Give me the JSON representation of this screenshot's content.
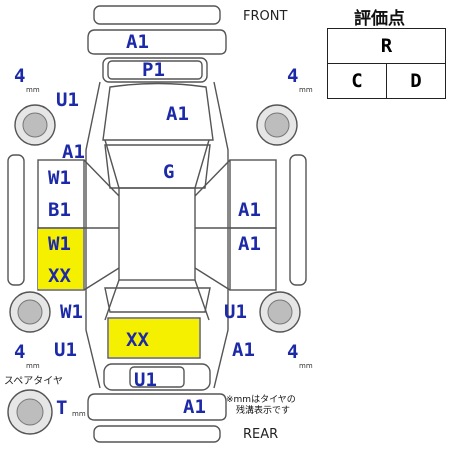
{
  "labels": {
    "front": "FRONT",
    "rear": "REAR",
    "spare_tire": "スペアタイヤ",
    "note": [
      "※mmはタイヤの",
      "残溝表示です"
    ]
  },
  "grade": {
    "title": "評価点",
    "overall": "R",
    "interior": "C",
    "exterior": "D"
  },
  "tires": {
    "front_left": {
      "depth": "4",
      "unit": "mm"
    },
    "front_right": {
      "depth": "4",
      "unit": "mm"
    },
    "rear_left": {
      "depth": "4",
      "unit": "mm"
    },
    "rear_right": {
      "depth": "4",
      "unit": "mm"
    },
    "spare": {
      "depth": "T",
      "unit": "mm"
    }
  },
  "damage": {
    "front_bumper": "A1",
    "front_plate": "P1",
    "hood": "A1",
    "roof": "G",
    "front_left_fender": "U1",
    "left_mirror": "A1",
    "left_front_door_window": "W1",
    "left_front_door": "B1",
    "left_rear_door_window": "W1",
    "left_rear_door": "XX",
    "left_quarter_window": "W1",
    "left_rear_fender": "U1",
    "right_front_door": "A1",
    "right_rear_door": "A1",
    "right_quarter": "U1",
    "right_rear_fender": "A1",
    "trunk": "XX",
    "rear_plate": "U1",
    "rear_bumper": "A1"
  },
  "colors": {
    "code_text": "#1c2aa8",
    "highlight": "#f5f000",
    "line": "#555555"
  }
}
